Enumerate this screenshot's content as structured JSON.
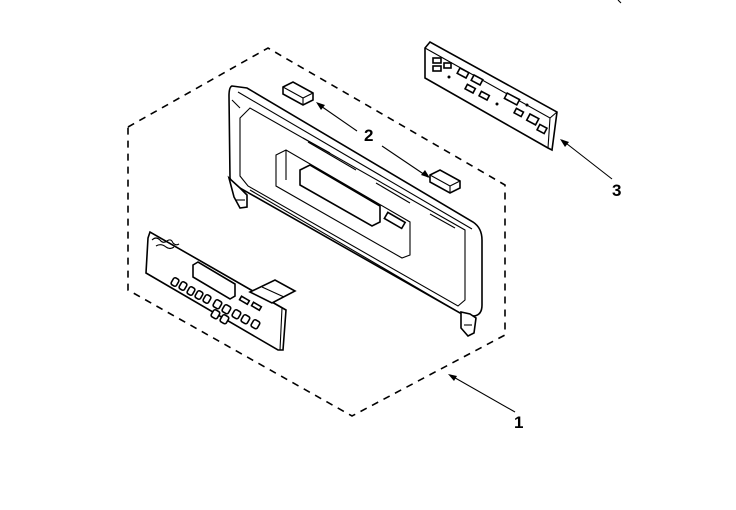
{
  "callouts": [
    {
      "id": "1",
      "label": "1"
    },
    {
      "id": "2",
      "label": "2"
    },
    {
      "id": "3",
      "label": "3"
    }
  ],
  "parts": {
    "panel_assembly": {
      "callout": "1"
    },
    "clips": {
      "callout": "2"
    },
    "control_board": {
      "callout": "3"
    }
  }
}
